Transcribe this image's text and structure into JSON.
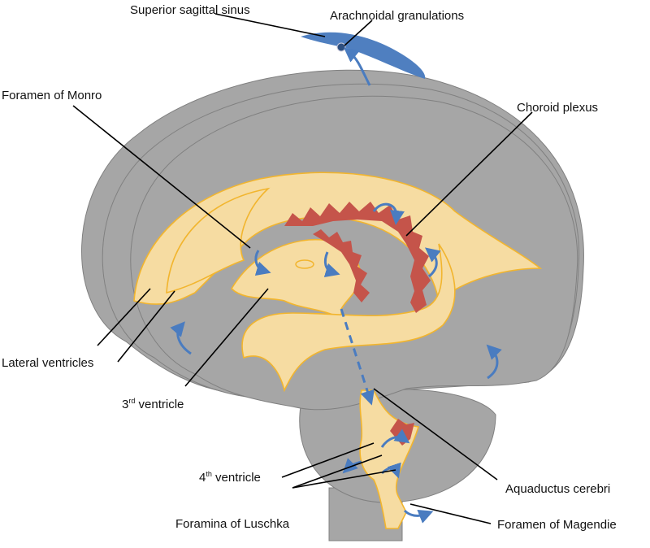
{
  "labels": {
    "superior_sagittal_sinus": "Superior sagittal sinus",
    "arachnoidal_granulations": "Arachnoidal granulations",
    "foramen_of_monro": "Foramen of Monro",
    "choroid_plexus": "Choroid plexus",
    "lateral_ventricles": "Lateral ventricles",
    "third_ventricle_num": "3",
    "third_ventricle_sup": "rd",
    "third_ventricle_text": " ventricle",
    "fourth_ventricle_num": "4",
    "fourth_ventricle_sup": "th",
    "fourth_ventricle_text": " ventricle",
    "foramina_of_luschka": "Foramina of Luschka",
    "aquaductus_cerebri": "Aquaductus cerebri",
    "foramen_of_magendie": "Foramen of Magendie"
  },
  "colors": {
    "brain": "#a6a6a6",
    "ventricle": "#f6dca2",
    "ventricle_outline": "#f2b52e",
    "choroid_plexus": "#c5544a",
    "csf_flow": "#4a7cc0"
  }
}
